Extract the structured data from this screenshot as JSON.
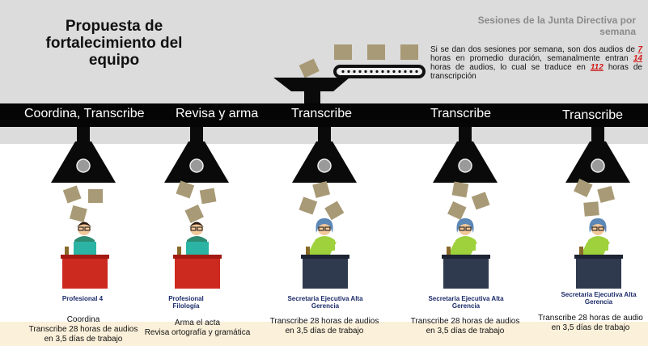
{
  "title": "Propuesta de fortalecimiento del equipo",
  "sessions": {
    "title": "Sesiones de la Junta Directiva por semana",
    "text_1": "Si se dan dos sesiones  por semana, son dos audios de ",
    "hours_per_audio": "7",
    "text_2": " horas en promedio duración, semanalmente entran ",
    "weekly_audio_hours": "14",
    "text_3": " horas de audios, lo cual se traduce  en ",
    "transcription_hours": "112",
    "text_4": " horas de transcripción"
  },
  "roles": [
    "Coordina, Transcribe",
    "Revisa y arma",
    "Transcribe",
    "Transcribe",
    "Transcribe"
  ],
  "stations": [
    {
      "label": "Profesional 4",
      "desc_1": "Coordina",
      "desc_2": "Transcribe 28 horas de audios",
      "desc_3": "en 3,5 días de trabajo"
    },
    {
      "label": "Profesional Filología",
      "desc_1": "Arma el acta",
      "desc_2": "Revisa ortografía y gramática",
      "desc_3": ""
    },
    {
      "label": "Secretaria Ejecutiva Alta Gerencia",
      "desc_1": "Transcribe 28 horas de audios",
      "desc_2": "en 3,5 días de trabajo",
      "desc_3": ""
    },
    {
      "label": "Secretaria Ejecutiva Alta Gerencia",
      "desc_1": "Transcribe 28 horas de audios",
      "desc_2": "en 3,5 días de trabajo",
      "desc_3": ""
    },
    {
      "label": "Secretaria Ejecutiva Alta Gerencia",
      "desc_1": "Transcribe 28 horas de audio",
      "desc_2": "en 3,5 días de trabajo",
      "desc_3": ""
    }
  ],
  "colors": {
    "desk_red": "#cc2a1e",
    "desk_navy": "#2f3a4f",
    "box": "#a89a76",
    "bar": "#050505",
    "label_blue": "#1d2c6a"
  }
}
